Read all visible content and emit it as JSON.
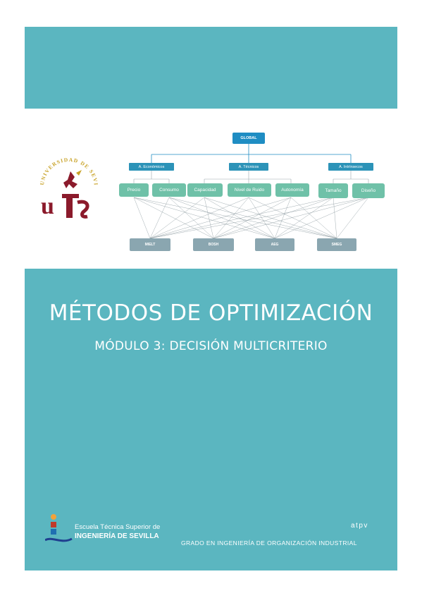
{
  "colors": {
    "band": "#5bb6c0",
    "root": "#1f8dc3",
    "category": "#2c93b8",
    "criterion": "#6fc1a8",
    "alternative": "#8aa6b0"
  },
  "cover": {
    "title": "MÉTODOS DE OPTIMIZACIÓN",
    "subtitle": "MÓDULO 3: DECISIÓN MULTICRITERIO",
    "author": "atpv",
    "degree": "GRADO EN INGENIERÍA DE ORGANIZACIÓN INDUSTRIAL"
  },
  "logos": {
    "university": {
      "text": "UNIVERSIDAD DE SEVILLA",
      "monogram": "US"
    },
    "school": {
      "line1": "Escuela Técnica Superior de",
      "line2": "INGENIERÍA DE SEVILLA"
    }
  },
  "hierarchy": {
    "root": "GLOBAL",
    "categories": [
      "A. Económicos",
      "A. Técnicos",
      "A. Intrínsecos"
    ],
    "criteria": [
      "Precio",
      "Consumo",
      "Capacidad",
      "Nivel de Ruido",
      "Autonomía",
      "Tamaño",
      "Diseño"
    ],
    "alternatives": [
      "MIELT",
      "BOSH",
      "AEG",
      "SMEG"
    ]
  }
}
